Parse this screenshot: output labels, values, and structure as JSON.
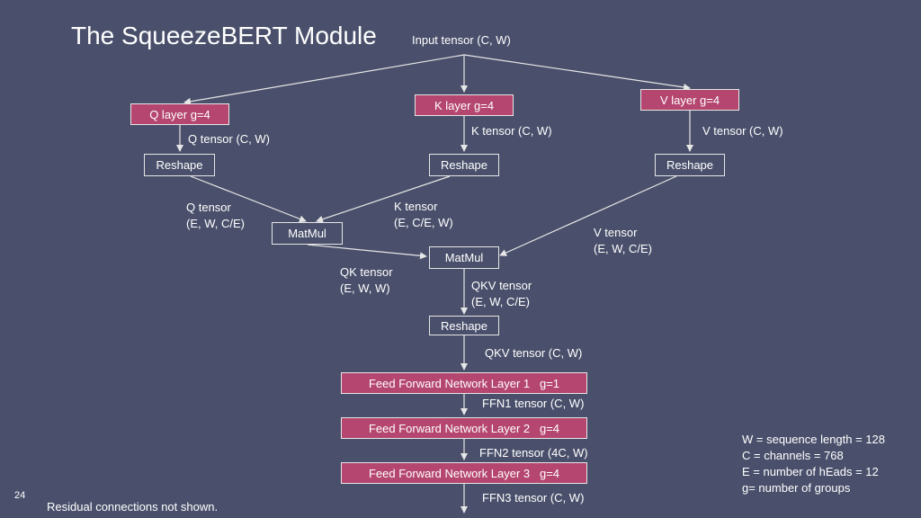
{
  "title": "The SqueezeBERT Module",
  "page_number": "24",
  "footnote": "Residual connections not shown.",
  "labels": {
    "input_tensor": "Input tensor (C, W)",
    "q_tensor_cw": "Q tensor (C, W)",
    "k_tensor_cw": "K tensor (C, W)",
    "v_tensor_cw": "V tensor (C, W)",
    "q_tensor_ewce": [
      "Q tensor",
      "(E, W, C/E)"
    ],
    "k_tensor_ecew": [
      "K tensor",
      "(E, C/E, W)"
    ],
    "v_tensor_ewce": [
      "V tensor",
      "(E, W, C/E)"
    ],
    "qk_tensor": [
      "QK tensor",
      "(E, W, W)"
    ],
    "qkv_tensor_ewce": [
      "QKV tensor",
      "(E, W, C/E)"
    ],
    "qkv_tensor_cw": "QKV tensor (C, W)",
    "ffn1_tensor": "FFN1 tensor (C, W)",
    "ffn2_tensor": "FFN2 tensor (4C, W)",
    "ffn3_tensor": "FFN3 tensor (C, W)"
  },
  "boxes": {
    "q_layer": "Q layer g=4",
    "k_layer": "K layer g=4",
    "v_layer": "V layer g=4",
    "reshape": "Reshape",
    "matmul": "MatMul",
    "ffn1": "Feed Forward Network Layer 1   g=1",
    "ffn2": "Feed Forward Network Layer 2   g=4",
    "ffn3": "Feed Forward Network Layer 3   g=4"
  },
  "legend": [
    "W = sequence length = 128",
    "C = channels = 768",
    "E = number of hEads = 12",
    "g= number of groups"
  ],
  "colors": {
    "background": "#4a506b",
    "layer_box": "#b4466f",
    "arrow": "#e6e6e6"
  }
}
